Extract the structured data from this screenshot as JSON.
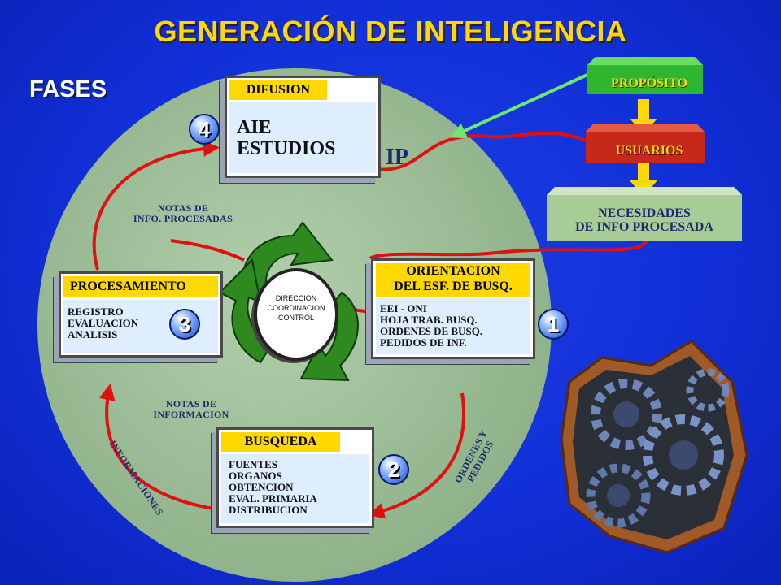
{
  "title": "GENERACIÓN DE INTELIGENCIA",
  "fases": "FASES",
  "phases": {
    "difusion": {
      "header": "DIFUSION",
      "number": "4",
      "items": [
        "AIE",
        "ESTUDIOS"
      ]
    },
    "orientacion": {
      "header_line1": "ORIENTACION",
      "header_line2": "DEL ESF. DE BUSQ.",
      "number": "1",
      "items": [
        "EEI - ONI",
        "HOJA TRAB. BUSQ.",
        "ORDENES DE BUSQ.",
        "PEDIDOS DE INF."
      ]
    },
    "busqueda": {
      "header": "BUSQUEDA",
      "number": "2",
      "items": [
        "FUENTES",
        "ORGANOS",
        "OBTENCION",
        "EVAL. PRIMARIA",
        "DISTRIBUCION"
      ]
    },
    "procesamiento": {
      "header": "PROCESAMIENTO",
      "number": "3",
      "items": [
        "REGISTRO",
        "EVALUACION",
        "ANALISIS"
      ]
    }
  },
  "center": {
    "line1": "DIRECCION",
    "line2": "COORDINACION",
    "line3": "CONTROL"
  },
  "labels": {
    "notas_info_procesadas_1": "NOTAS DE",
    "notas_info_procesadas_2": "INFO. PROCESADAS",
    "notas_informacion_1": "NOTAS DE",
    "notas_informacion_2": "INFORMACION",
    "informaciones": "INFORMACIONES",
    "ordenes_1": "ORDENES Y",
    "ordenes_2": "PEDIDOS",
    "ip": "IP"
  },
  "side": {
    "proposito": "PROPÓSITO",
    "usuarios": "USUARIOS",
    "necesidades_1": "NECESIDADES",
    "necesidades_2": "DE INFO PROCESADA"
  },
  "colors": {
    "background": "#1230d8",
    "title": "#ffd800",
    "header": "#ffd800",
    "circle": "#9dbf93",
    "flow_arrow": "#e01010",
    "proposito": "#2fb52f",
    "usuarios": "#c8281a",
    "necesidades": "#a8cc96",
    "recycle": "#2e8a1e"
  },
  "icons": [
    "recycle-arrows-icon",
    "gears-icon"
  ]
}
